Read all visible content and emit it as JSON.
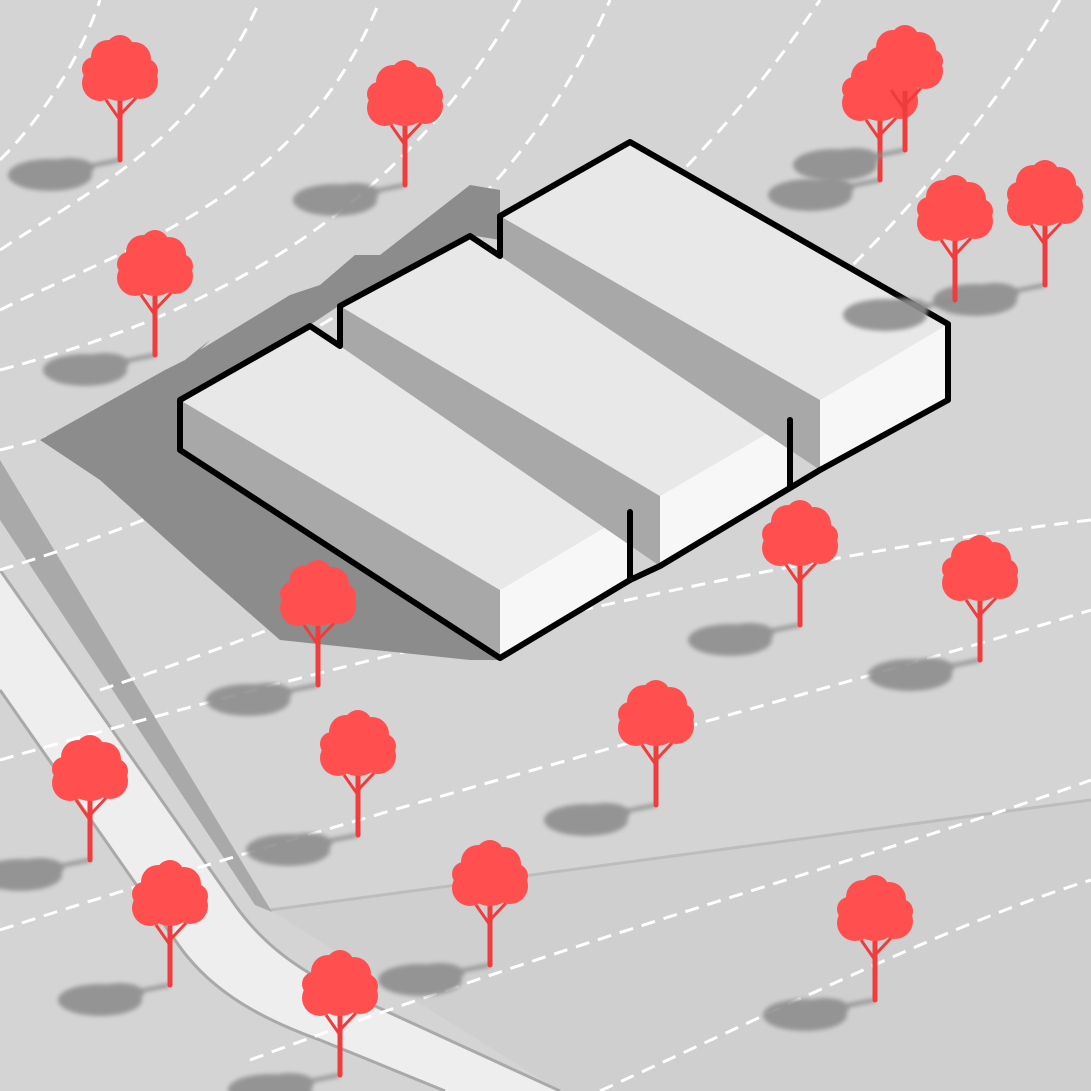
{
  "diagram": {
    "kind": "isometric-site-massing",
    "colors": {
      "ground": "#d4d4d4",
      "ground_lower": "#cfcfcf",
      "road": "#eeeeee",
      "road_edge": "#a9a9a9",
      "contour": "#ffffff",
      "building_top": "#e8e8e8",
      "building_side_light": "#f7f7f7",
      "building_side_dark": "#a8a8a8",
      "building_outline": "#000000",
      "building_shadow": "#8c8c8c",
      "tree": "#ff4f4f",
      "tree_trunk": "#f03c3c",
      "tree_shadow": "#8e8e8e"
    },
    "buildings": [
      {
        "name": "building-block-west"
      },
      {
        "name": "building-block-middle"
      },
      {
        "name": "building-block-east"
      }
    ],
    "tree_count": 17,
    "tree_icon": "tree-icon",
    "contour_style": "dashed"
  }
}
